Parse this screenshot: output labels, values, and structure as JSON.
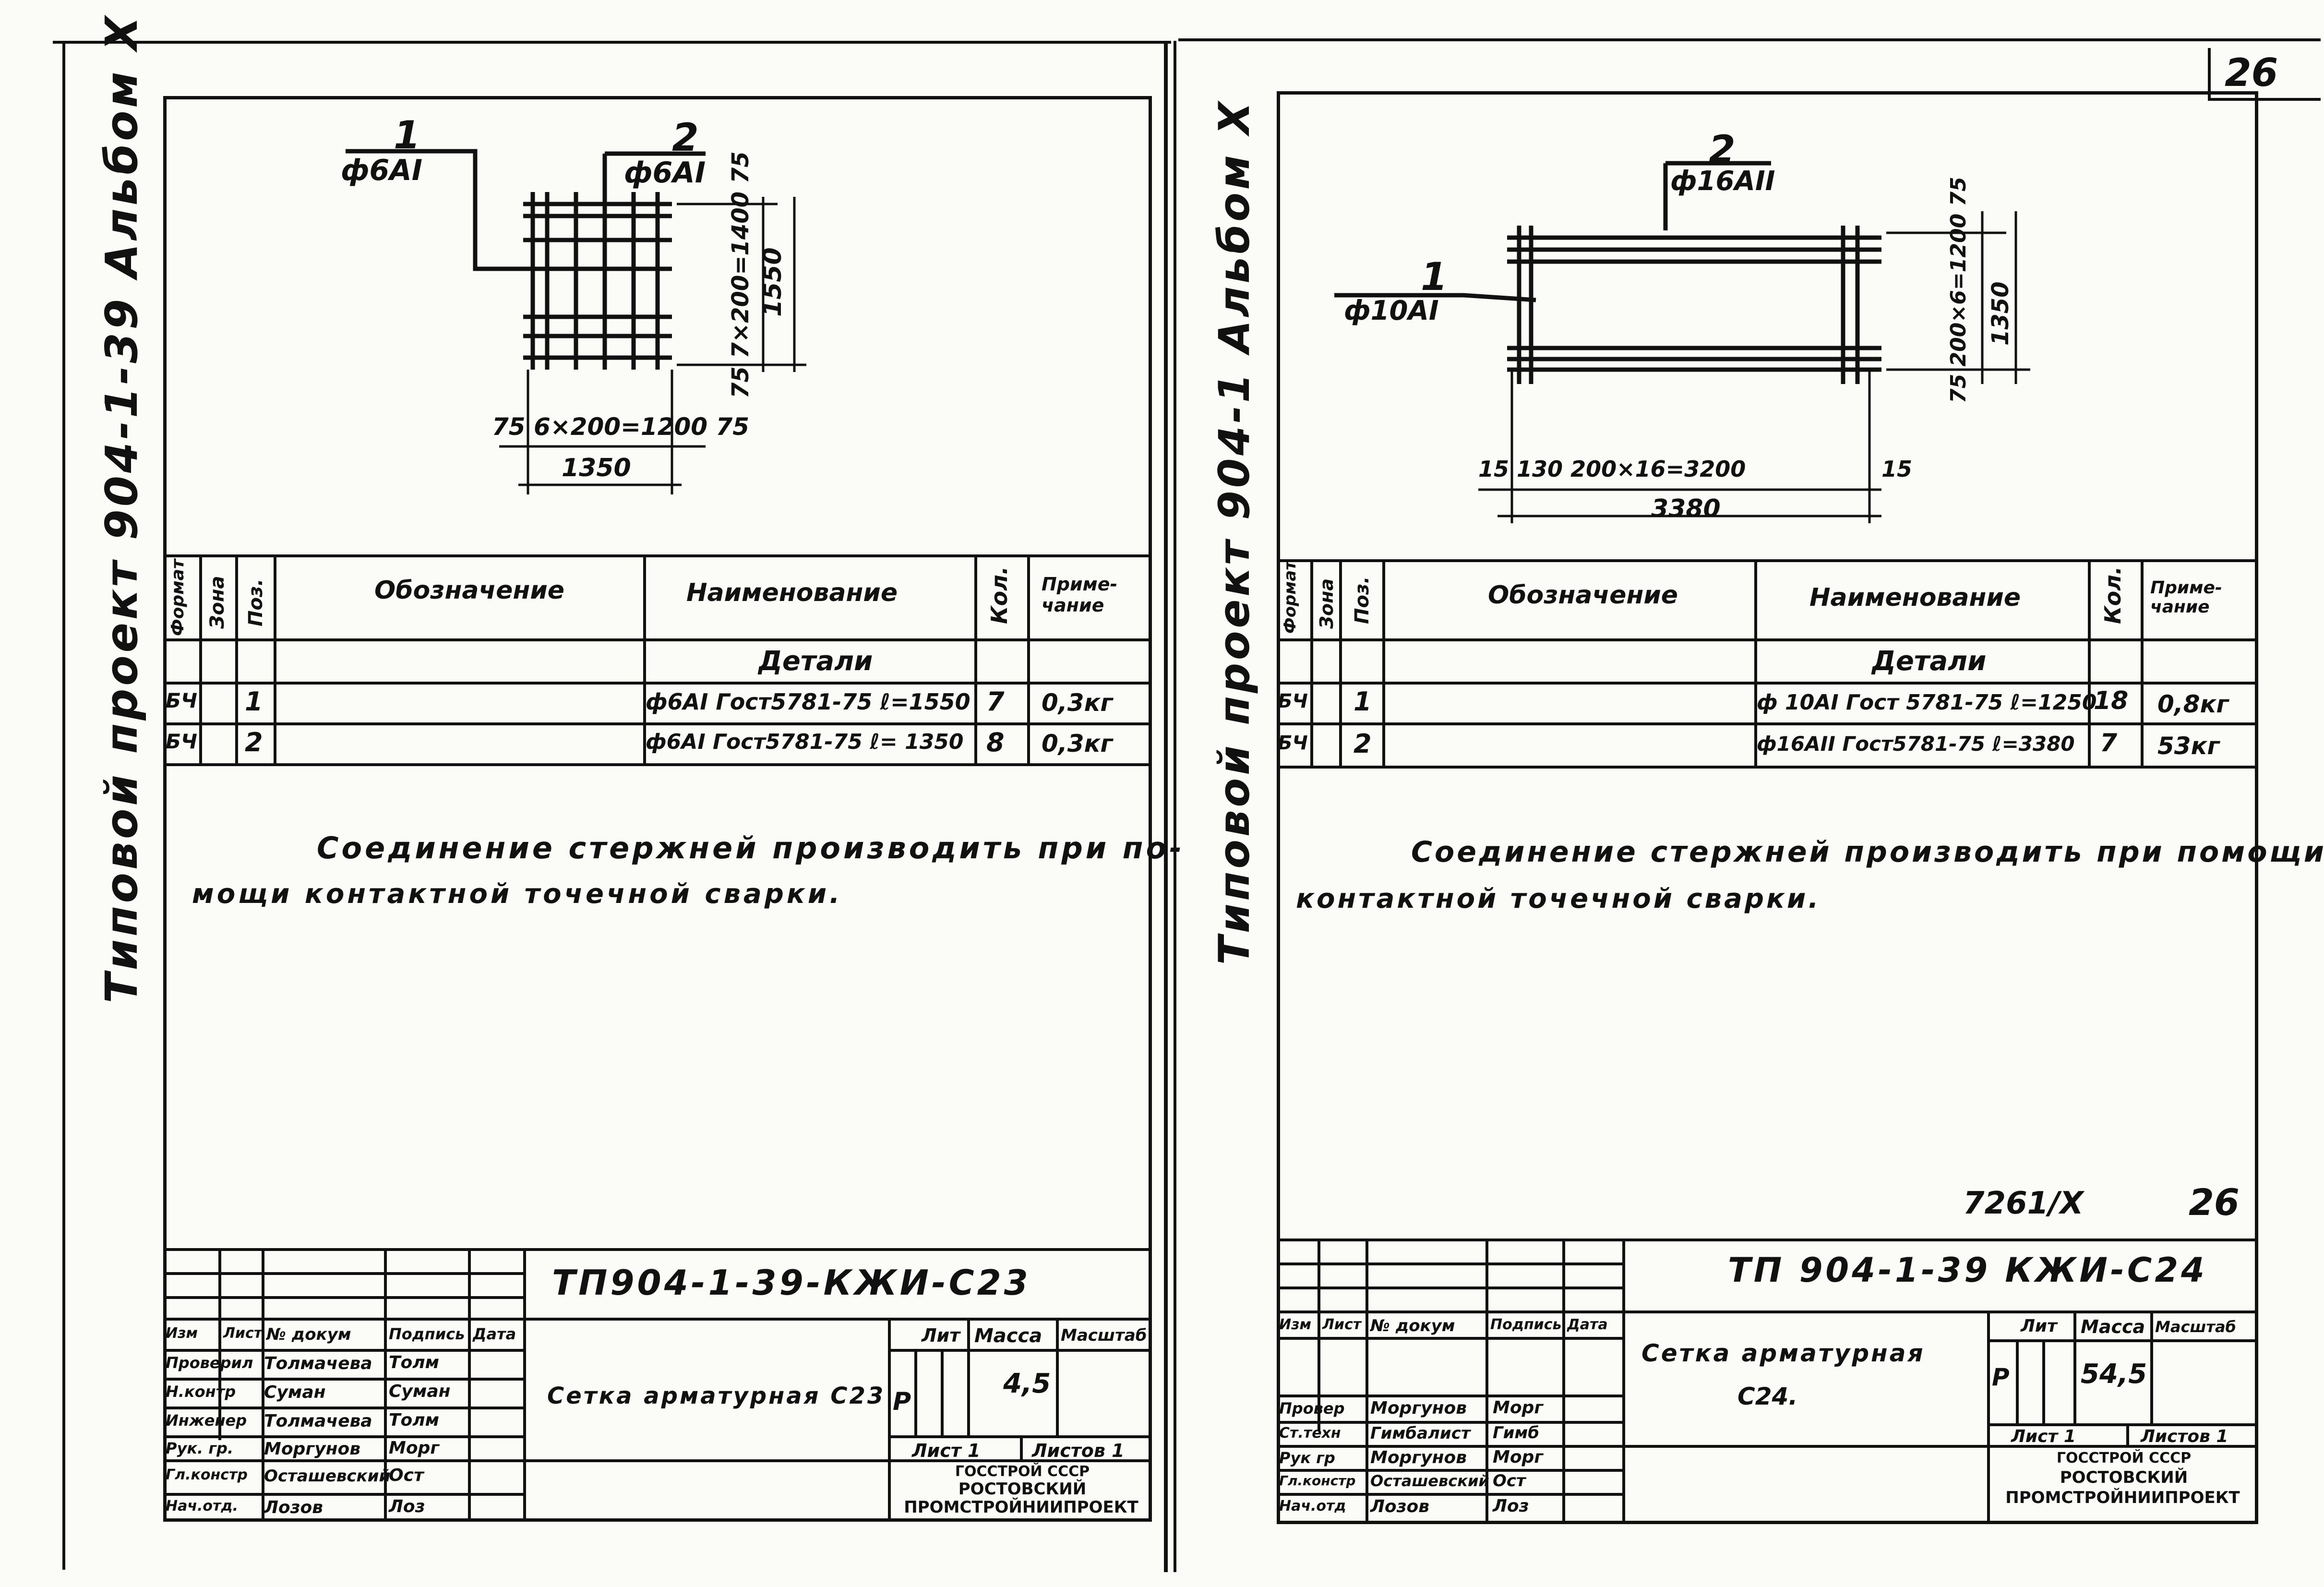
{
  "page_number": "26",
  "left": {
    "side_label": "Типовой проект 904-1-39 Альбом X",
    "callouts": {
      "pos1_num": "1",
      "pos1_bar": "ф6AI",
      "pos2_num": "2",
      "pos2_bar": "ф6AI"
    },
    "dims": {
      "vert_chain": "75 7×200=1400 75",
      "vert_total": "1550",
      "horiz_chain": "75 6×200=1200 75",
      "horiz_total": "1350"
    },
    "table": {
      "headers": {
        "format": "Формат",
        "zone": "Зона",
        "pos": "Поз.",
        "designation": "Обозначение",
        "name": "Наименование",
        "qty": "Кол.",
        "note": "Приме-чание"
      },
      "section": "Детали",
      "rows": [
        {
          "format": "БЧ",
          "pos": "1",
          "name": "ф6AI Гост5781-75 ℓ=1550",
          "qty": "7",
          "note": "0,3кг"
        },
        {
          "format": "БЧ",
          "pos": "2",
          "name": "ф6AI Гост5781-75 ℓ= 1350",
          "qty": "8",
          "note": "0,3кг"
        }
      ]
    },
    "note_line1": "Соединение стержней производить при по-",
    "note_line2": "мощи контактной точечной сварки.",
    "stamp": {
      "code": "ТП904-1-39-КЖИ-С23",
      "col_headers": [
        "Изм",
        "Лист",
        "№ докум",
        "Подпись",
        "Дата"
      ],
      "people": [
        {
          "role": "Проверил",
          "name": "Толмачева",
          "sign": "Толм"
        },
        {
          "role": "Н.контр",
          "name": "Суман",
          "sign": "Суман"
        },
        {
          "role": "Инженер",
          "name": "Толмачева",
          "sign": "Толм"
        },
        {
          "role": "Рук. гр.",
          "name": "Моргунов",
          "sign": "Морг"
        },
        {
          "role": "Гл.констр",
          "name": "Осташевский",
          "sign": "Ост"
        },
        {
          "role": "Нач.отд.",
          "name": "Лозов",
          "sign": "Лоз"
        }
      ],
      "title": "Сетка арматурная С23",
      "lit_label": "Лит",
      "mass_label": "Масса",
      "scale_label": "Масштаб",
      "lit": "Р",
      "mass": "4,5",
      "sheet": "Лист 1",
      "sheets": "Листов 1",
      "org1": "ГОССТРОЙ СССР",
      "org2": "РОСТОВСКИЙ",
      "org3": "ПРОМСТРОЙНИИПРОЕКТ"
    }
  },
  "right": {
    "side_label": "Типовой проект 904-1 Альбом X",
    "callouts": {
      "pos1_num": "1",
      "pos1_bar": "ф10AI",
      "pos2_num": "2",
      "pos2_bar": "ф16AII"
    },
    "dims": {
      "vert_chain": "75 200×6=1200 75",
      "vert_total": "1350",
      "horiz_chain": "15 130 200×16=3200",
      "horiz_end": "15",
      "horiz_total": "3380"
    },
    "table": {
      "headers": {
        "format": "Формат",
        "zone": "Зона",
        "pos": "Поз.",
        "designation": "Обозначение",
        "name": "Наименование",
        "qty": "Кол.",
        "note": "Приме-чание"
      },
      "section": "Детали",
      "rows": [
        {
          "format": "БЧ",
          "pos": "1",
          "name": "ф 10AI Гост 5781-75 ℓ=1250",
          "qty": "18",
          "note": "0,8кг"
        },
        {
          "format": "БЧ",
          "pos": "2",
          "name": "ф16AII Гост5781-75 ℓ=3380",
          "qty": "7",
          "note": "53кг"
        }
      ]
    },
    "note_line1": "Соединение стержней производить при помощи",
    "note_line2": "контактной точечной сварки.",
    "archive_no": "7261/X",
    "sheet_no": "26",
    "stamp": {
      "code": "ТП 904-1-39 КЖИ-С24",
      "col_headers": [
        "Изм",
        "Лист",
        "№ докум",
        "Подпись",
        "Дата"
      ],
      "people": [
        {
          "role": "Провер",
          "name": "Моргунов",
          "sign": "Морг"
        },
        {
          "role": "Ст.техн",
          "name": "Гимбалист",
          "sign": "Гимб"
        },
        {
          "role": "Рук гр",
          "name": "Моргунов",
          "sign": "Морг"
        },
        {
          "role": "Гл.констр",
          "name": "Осташевский",
          "sign": "Ост"
        },
        {
          "role": "Нач.отд",
          "name": "Лозов",
          "sign": "Лоз"
        }
      ],
      "title1": "Сетка арматурная",
      "title2": "С24.",
      "lit_label": "Лит",
      "mass_label": "Масса",
      "scale_label": "Масштаб",
      "lit": "Р",
      "mass": "54,5",
      "sheet": "Лист 1",
      "sheets": "Листов 1",
      "org1": "ГОССТРОЙ СССР",
      "org2": "РОСТОВСКИЙ",
      "org3": "ПРОМСТРОЙНИИПРОЕКТ"
    }
  }
}
